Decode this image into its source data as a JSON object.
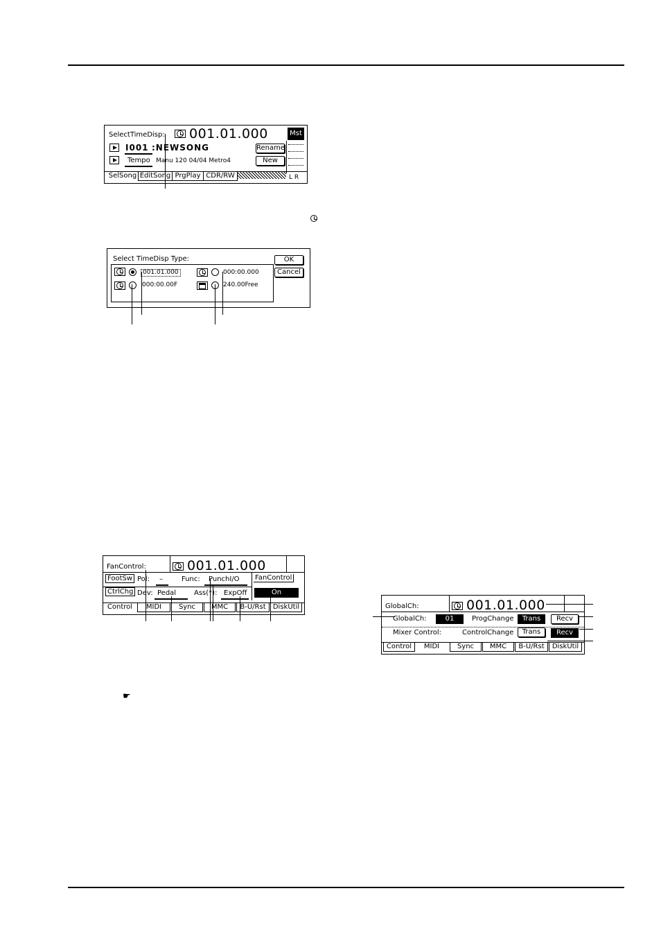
{
  "screen1": {
    "title": "SelectTimeDisp:",
    "time": "001.01.000",
    "mst": "Mst",
    "song_number": "I001",
    "song_name": ":NEWSONG",
    "rename": "Rename",
    "tempo": "Tempo",
    "tempo_info": "Manu 120 04/04 Metro4",
    "new": "New",
    "lr": "L R",
    "tabs": [
      "SelSong",
      "EditSong",
      "PrgPlay",
      "CDR/RW"
    ]
  },
  "screen2": {
    "title": "Select TimeDisp Type:",
    "ok": "OK",
    "cancel": "Cancel",
    "options": [
      "001.01.000",
      "000:00.00F",
      "000:00.000",
      "240.00Free"
    ]
  },
  "screen3": {
    "title": "FanControl:",
    "time": "001.01.000",
    "footsw": "FootSw",
    "pol_label": "Pol:",
    "pol_value": "–",
    "func_label": "Func:",
    "func_value": "PunchI/O",
    "fancontrol": "FanControl",
    "ctrlchg": "CtrlChg",
    "dev_label": "Dev:",
    "dev_value": "Pedal",
    "ass_label": "Ass(*):",
    "ass_value": "ExpOff",
    "on": "On",
    "tabs": [
      "Control",
      "MIDI",
      "Sync",
      "MMC",
      "B-U/Rst",
      "DiskUtil"
    ]
  },
  "screen4": {
    "title": "GlobalCh:",
    "time": "001.01.000",
    "globalch_label": "GlobalCh:",
    "globalch_value": "01",
    "progchange_label": "ProgChange",
    "trans": "Trans",
    "recv": "Recv",
    "mixer_label": "Mixer Control:",
    "controlchange_label": "ControlChange",
    "tabs": [
      "Control",
      "MIDI",
      "Sync",
      "MMC",
      "B-U/Rst",
      "DiskUtil"
    ]
  }
}
